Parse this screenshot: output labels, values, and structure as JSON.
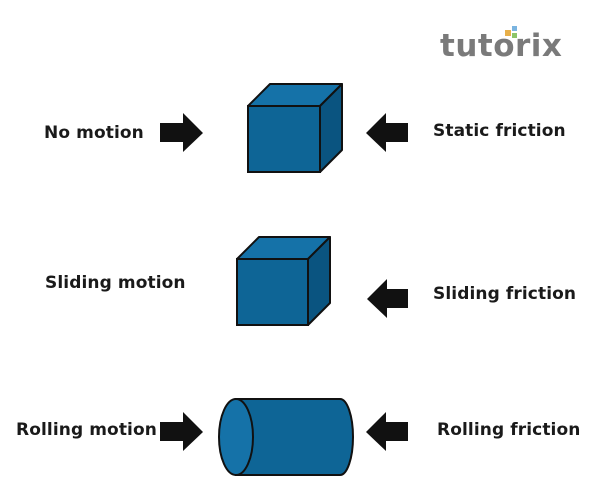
{
  "logo": {
    "text": "tutorix",
    "dot_colors": [
      "#e8b04a",
      "#7ab4e0",
      "#8cc56a",
      "#e86a5a"
    ]
  },
  "rows": [
    {
      "left_label": "No motion",
      "right_label": "Static friction"
    },
    {
      "left_label": "Sliding motion",
      "right_label": "Sliding friction"
    },
    {
      "left_label": "Rolling motion",
      "right_label": "Rolling friction"
    }
  ],
  "colors": {
    "shape_fill": "#0e6596",
    "shape_side": "#0a5480",
    "shape_top": "#1572a8",
    "outline": "#111111",
    "arrow": "#111111"
  }
}
